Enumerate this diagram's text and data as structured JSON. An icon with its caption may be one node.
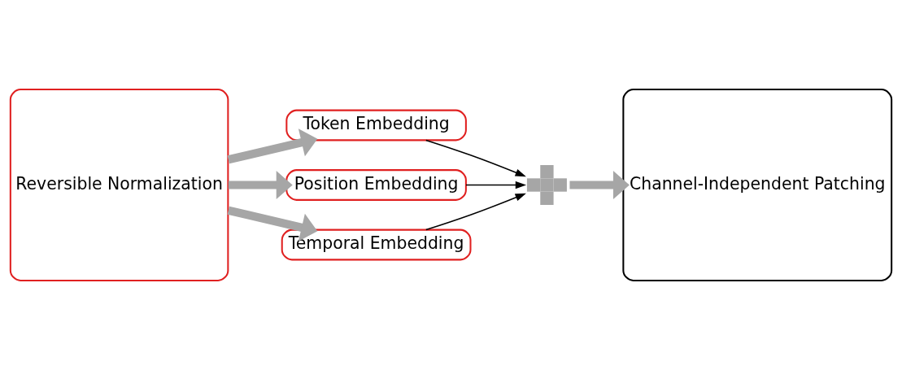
{
  "diagram": {
    "nodes": [
      {
        "text": [
          "Reversible Normalization"
        ]
      },
      {
        "text": [
          "Token Embedding"
        ]
      },
      {
        "text": [
          "Position Embedding"
        ]
      },
      {
        "text": [
          "Temporal Embedding"
        ]
      },
      {
        "text": [],
        "shape": "plus"
      },
      {
        "text": [
          "Channel-Independent Patching"
        ]
      }
    ],
    "edges": [
      {
        "from": 0,
        "to": 1,
        "arrow": "to"
      },
      {
        "from": 0,
        "to": 2,
        "arrow": "to"
      },
      {
        "from": 0,
        "to": 3,
        "arrow": "to"
      },
      {
        "from": 1,
        "to": 4,
        "arrow": "to",
        "color": "#000000"
      },
      {
        "from": 2,
        "to": 4,
        "arrow": "to",
        "color": "#000000"
      },
      {
        "from": 3,
        "to": 4,
        "arrow": "to",
        "color": "#000000"
      },
      {
        "from": 4,
        "to": 5,
        "arrow": "to"
      }
    ]
  }
}
